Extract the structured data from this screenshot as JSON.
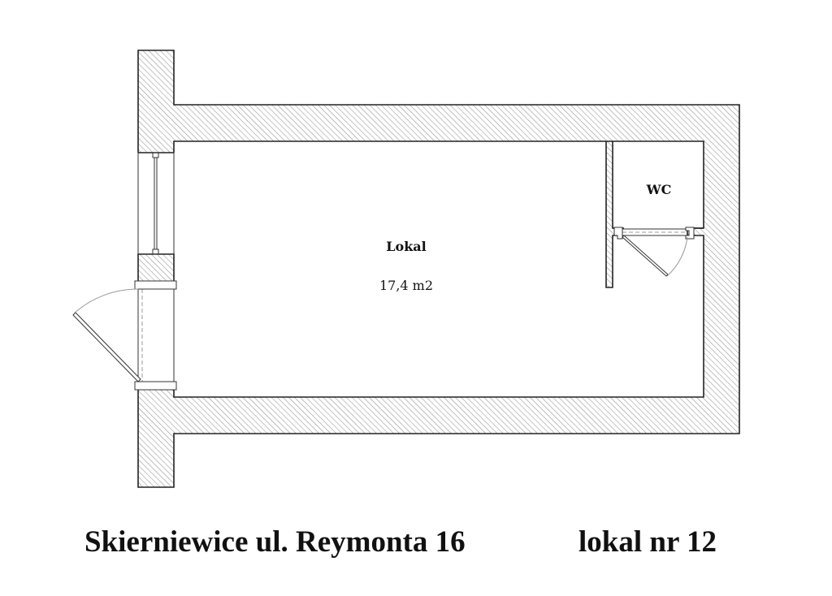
{
  "rooms": [
    {
      "name": "Lokal",
      "area": "17,4 m2"
    },
    {
      "name": "WC"
    }
  ],
  "caption": {
    "address": "Skierniewice ul. Reymonta 16",
    "unit": "lokal nr 12"
  },
  "colors": {
    "line": "#222222",
    "hatch": "#777777"
  }
}
